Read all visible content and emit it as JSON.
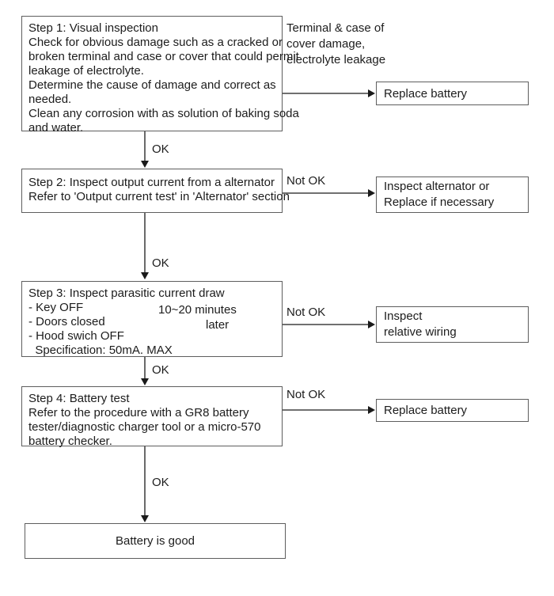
{
  "labels": {
    "ok": "OK",
    "not_ok": "Not OK"
  },
  "steps": {
    "step1": {
      "text": "Step 1: Visual inspection\nCheck for obvious damage such as a cracked or\nbroken terminal and case or cover that could permit\nleakage of electrolyte.\nDetermine the cause of damage and correct as\nneeded.\nClean any corrosion with as solution of baking soda\nand water."
    },
    "step2": {
      "text": "Step 2: Inspect output current from a alternator\nRefer to 'Output current test' in 'Alternator' section"
    },
    "step3": {
      "text": "Step 3: Inspect parasitic current draw\n- Key OFF\n- Doors closed\n- Hood swich OFF\n  Specification: 50mA. MAX",
      "bracket_note_line1": "10~20 minutes",
      "bracket_note_line2": "later"
    },
    "step4": {
      "text": "Step 4: Battery test\nRefer to the procedure with a GR8 battery\ntester/diagnostic charger tool or a micro-570\nbattery checker."
    },
    "result": {
      "text": "Battery is good"
    }
  },
  "outcomes": {
    "replace_battery_top": "Replace battery",
    "inspect_alternator": "Inspect alternator or\nReplace if necessary",
    "inspect_wiring": "Inspect\nrelative wiring",
    "replace_battery_bottom": "Replace battery"
  },
  "annotations": {
    "terminal_case": "Terminal & case of\ncover damage,\nelectrolyte leakage"
  },
  "colors": {
    "box_border": "#5e5e5e",
    "connector": "#1a1a1a",
    "text": "#1c1c1c",
    "background": "#ffffff"
  }
}
